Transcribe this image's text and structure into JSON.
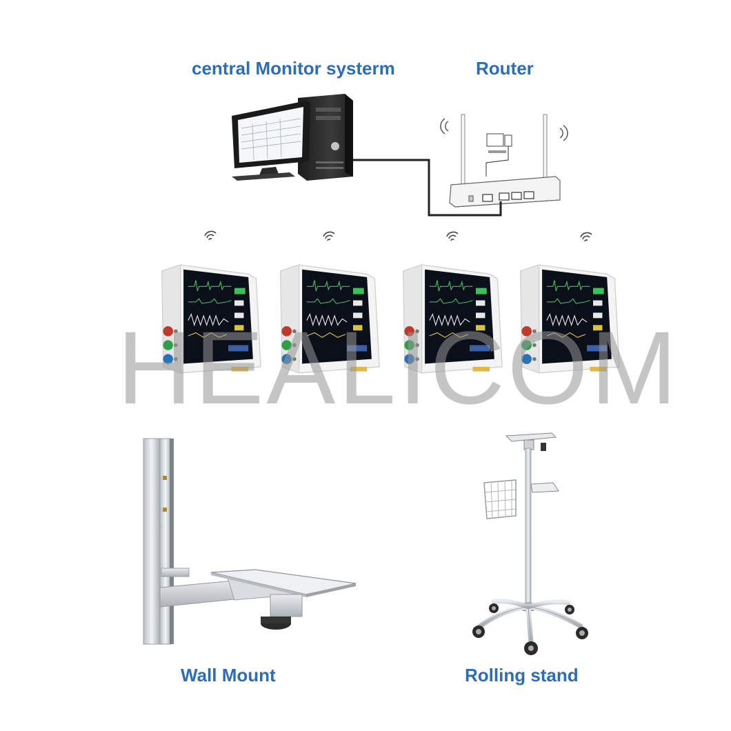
{
  "labels": {
    "central": "central Monitor systerm",
    "router": "Router",
    "wall_mount": "Wall Mount",
    "rolling_stand": "Rolling stand"
  },
  "watermark": "HEALICOM",
  "monitor_count": 4,
  "colors": {
    "label": "#2c6db3",
    "cable": "#222222",
    "screen": "#0b0f1a",
    "ecg_trace": "#3fbf5a",
    "pleth_trace": "#e8e8e8",
    "connector_red": "#c0392b",
    "connector_green": "#2e9e49",
    "connector_blue": "#2a72b8"
  },
  "icons": [
    "desktop-computer-icon",
    "wireless-router-icon",
    "wifi-signal-icon",
    "patient-monitor-icon",
    "wall-mount-bracket-icon",
    "rolling-stand-icon"
  ]
}
